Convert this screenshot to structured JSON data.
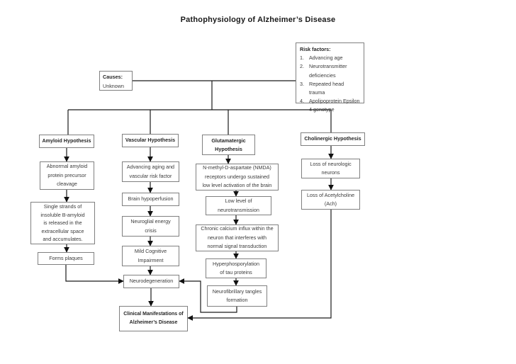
{
  "title": "Pathophysiology of Alzheimer’s Disease",
  "causes": {
    "label": "Causes:",
    "value": "Unknown"
  },
  "risk_factors": {
    "label": "Risk factors:",
    "items": [
      {
        "num": "1.",
        "text": "Advancing age"
      },
      {
        "num": "2.",
        "text": "Neurotransmitter deficiencies"
      },
      {
        "num": "3.",
        "text": "Repeated head trauma"
      },
      {
        "num": "4.",
        "text": "Apolipoprotein Epsilon 4 genotype"
      }
    ]
  },
  "nodes": {
    "amyloid_hyp": "Amyloid Hypothesis",
    "vascular_hyp": "Vascular Hypothesis",
    "glutamatergic_hyp": "Glutamatergic\nHypothesis",
    "cholinergic_hyp": "Cholinergic Hypothesis",
    "abnormal_amyloid": "Abnormal amyloid\nprotein precursor\ncleavage",
    "single_strands": "Single strands of\ninsoluble B-amyloid\nis released in the\nextracellular space\nand accumulates.",
    "forms_plaques": "Forms plaques",
    "advancing_aging": "Advancing aging and\nvascular risk factor",
    "brain_hypoperfusion": "Brain hypoperfusion",
    "neuroglial_crisis": "Neuroglial energy\ncrisis",
    "mild_cognitive": "Mild Cognitive\nImpairment",
    "neurodegeneration": "Neurodegeneration",
    "clinical_manifestations": "Clinical Manifestations of\nAlzheimer’s Disease",
    "nmda": "N-methyl-D-aspartate (NMDA)\nreceptors undergo sustained\nlow level activation of the brain",
    "low_level": "Low level of\nneurotransmission",
    "calcium_influx": "Chronic calcium influx within the\nneuron  that interferes with\nnormal signal transduction",
    "hyperphosporylation": "Hyperphosporylation\nof tau proteins",
    "neurofibrillary_tangles": "Neurofibrillary tangles\nformation",
    "loss_neurons": "Loss of neurologic\nneurons",
    "loss_ach": "Loss of Acetylcholine\n(Ach)"
  }
}
